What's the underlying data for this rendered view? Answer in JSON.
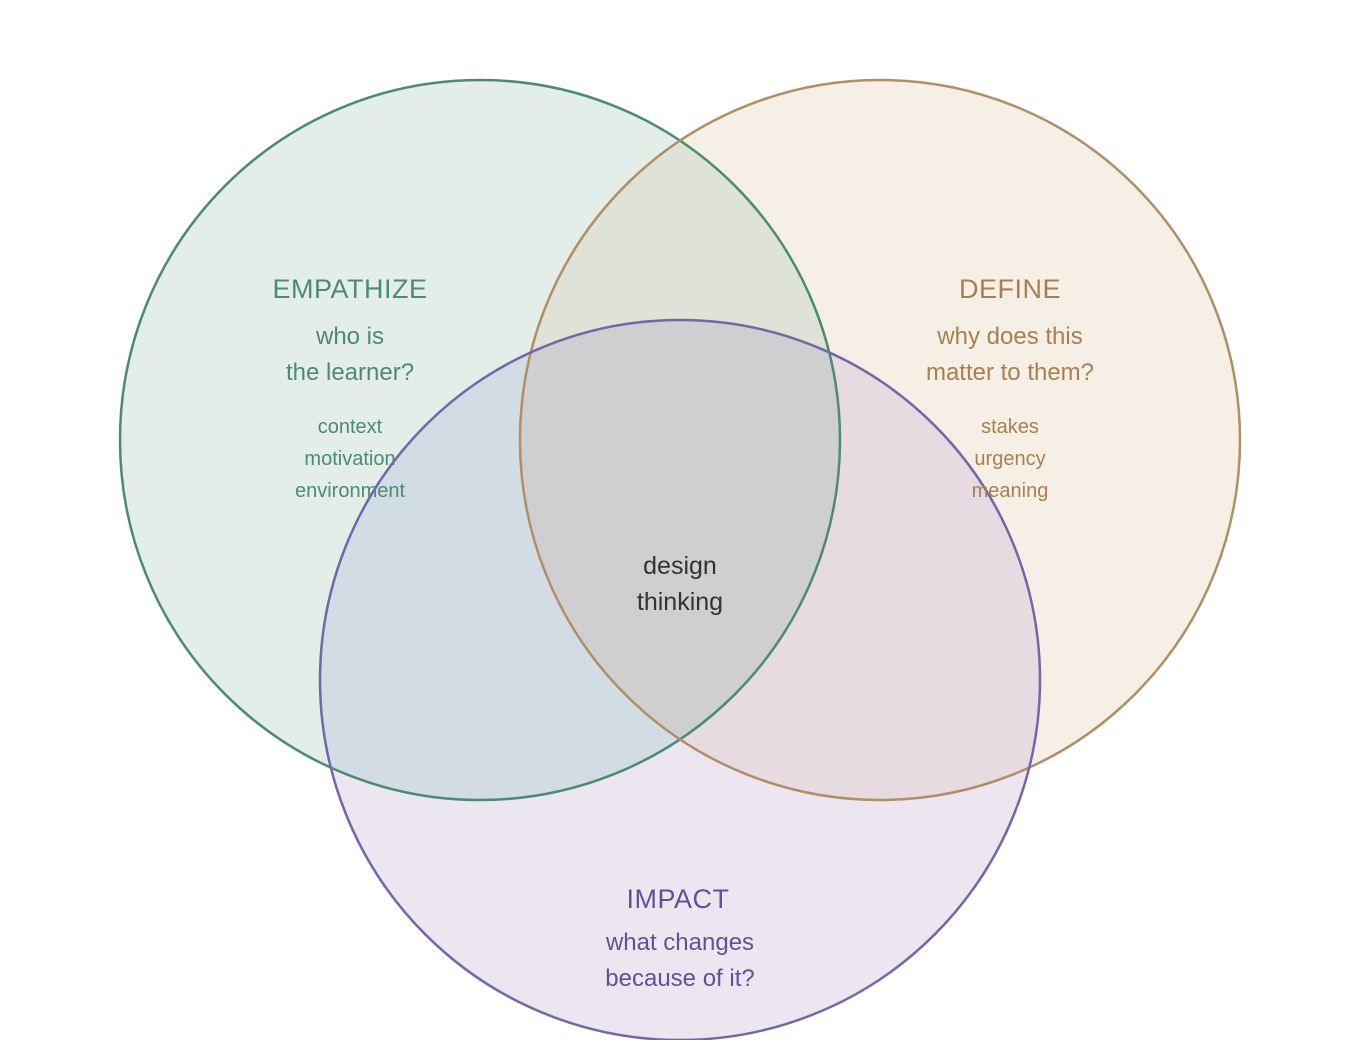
{
  "colors": {
    "empathize": "#4e8a73",
    "define": "#a8875d",
    "impact": "#6c5fa0",
    "center_text": "#333333",
    "empathize_fill": "#dae8e1",
    "define_fill": "#f1e7da",
    "impact_fill": "#e2dcec"
  },
  "circles": {
    "empathize": {
      "title": "EMPATHIZE",
      "question": [
        "who is",
        "the learner?"
      ],
      "keywords": [
        "context",
        "motivation",
        "environment"
      ]
    },
    "define": {
      "title": "DEFINE",
      "question": [
        "why does this",
        "matter to them?"
      ],
      "keywords": [
        "stakes",
        "urgency",
        "meaning"
      ]
    },
    "impact": {
      "title": "IMPACT",
      "question": [
        "what changes",
        "because of it?"
      ]
    }
  },
  "center": [
    "design",
    "thinking"
  ]
}
